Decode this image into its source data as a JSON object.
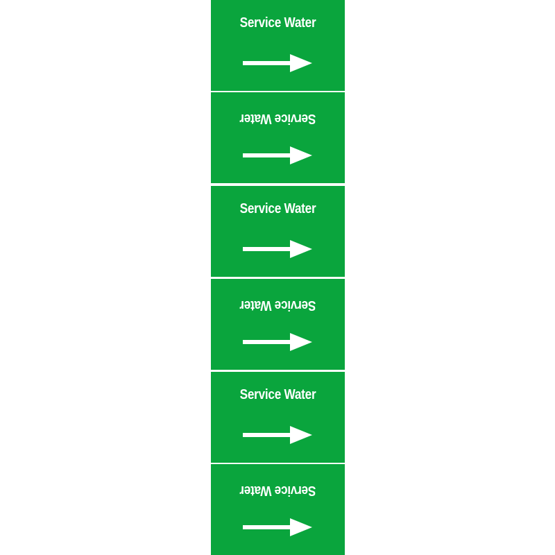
{
  "label_text": "Service Water",
  "colors": {
    "background": "#0aa53d",
    "foreground": "#ffffff"
  },
  "segments": [
    {
      "text": "Service Water",
      "orientation": "upright",
      "arrow": "right-arrow-icon"
    },
    {
      "text": "Service Water",
      "orientation": "inverted",
      "arrow": "right-arrow-icon"
    },
    {
      "text": "Service Water",
      "orientation": "upright",
      "arrow": "right-arrow-icon"
    },
    {
      "text": "Service Water",
      "orientation": "inverted",
      "arrow": "right-arrow-icon"
    },
    {
      "text": "Service Water",
      "orientation": "upright",
      "arrow": "right-arrow-icon"
    },
    {
      "text": "Service Water",
      "orientation": "inverted",
      "arrow": "right-arrow-icon"
    }
  ]
}
